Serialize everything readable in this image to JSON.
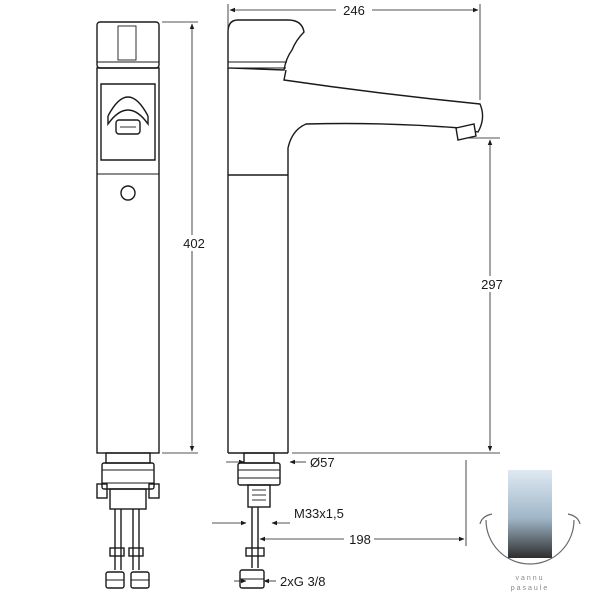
{
  "dimensions": {
    "width_total": "246",
    "height_total": "402",
    "spout_height": "297",
    "body_diameter": "Ø57",
    "thread": "M33x1,5",
    "spout_reach": "198",
    "connections": "2xG 3/8"
  },
  "logo": {
    "line1": "vannu",
    "line2": "pasaule"
  }
}
